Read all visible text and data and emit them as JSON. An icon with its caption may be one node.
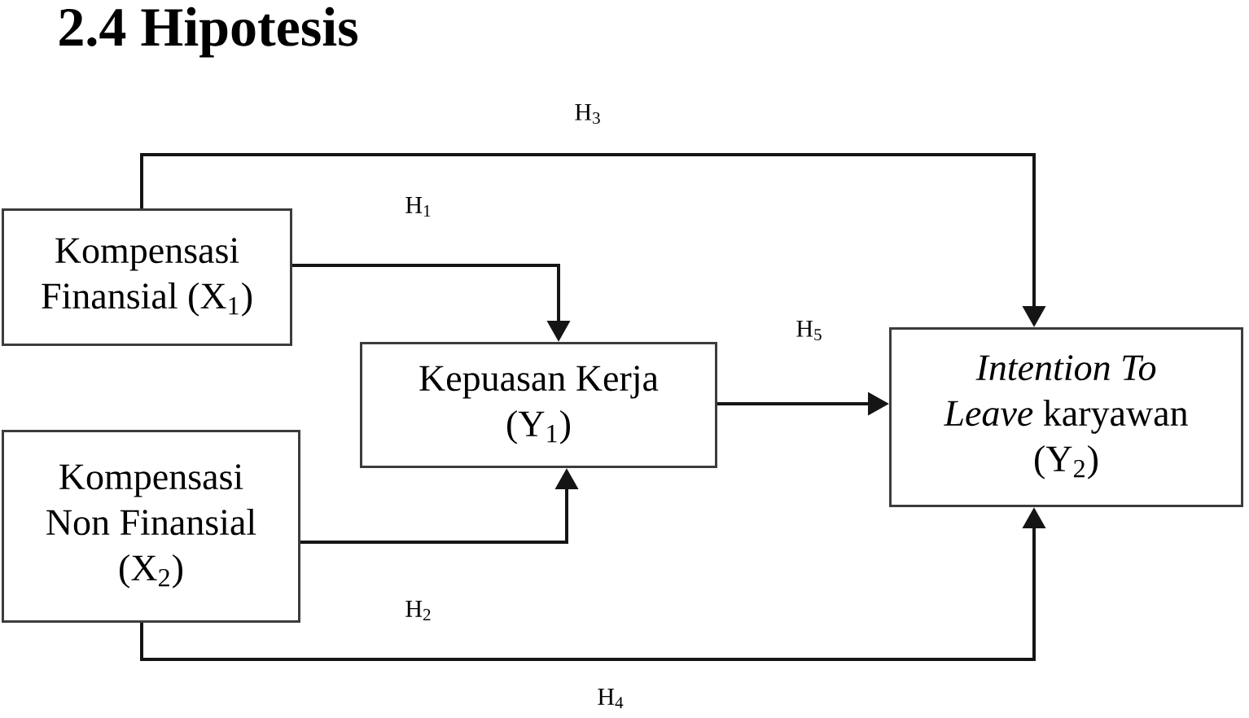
{
  "diagram": {
    "title": "2.4 Hipotesis",
    "nodes": [
      {
        "text": [
          "Kompensasi Finansial (X$_{1}$)"
        ]
      },
      {
        "text": [
          "Kompensasi Non Finansial (X$_{2}$)"
        ]
      },
      {
        "text": [
          "Kepuasan Kerja (Y$_{1}$)"
        ]
      },
      {
        "text": [
          "*Intention To Leave* karyawan (Y$_{2}$)"
        ]
      }
    ],
    "edges": [
      {
        "from": 0,
        "to": 2,
        "arrow": "to",
        "label": "H$_{1}$"
      },
      {
        "from": 1,
        "to": 2,
        "arrow": "to",
        "label": "H$_{2}$"
      },
      {
        "from": 0,
        "to": 3,
        "arrow": "to",
        "label": "H$_{3}$"
      },
      {
        "from": 1,
        "to": 3,
        "arrow": "to",
        "label": "H$_{4}$"
      },
      {
        "from": 2,
        "to": 3,
        "arrow": "to",
        "label": "H$_{5}$"
      }
    ]
  }
}
